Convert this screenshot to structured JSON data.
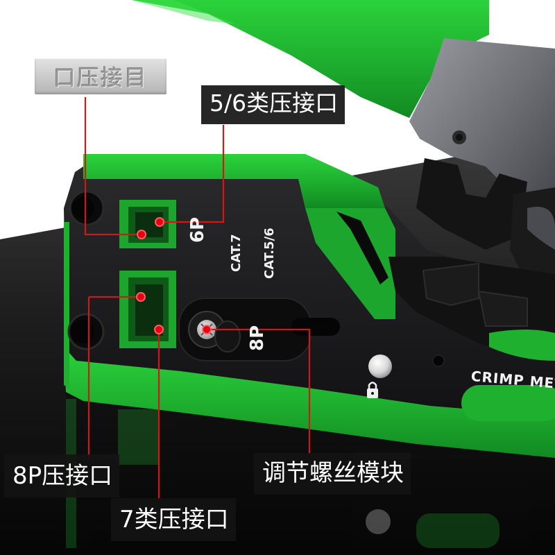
{
  "callouts": {
    "top_stamp_text": "口压接目",
    "port_56": "5/6类压接口",
    "port_8p": "8P压接口",
    "screw_module": "调节螺丝模块",
    "port_7": "7类压接口"
  },
  "tool_markings": {
    "six_p": "6P",
    "cat7": "CAT.7",
    "cat56": "CAT.5/6",
    "eight_p": "8P",
    "crimp_text": "CRIMP MET"
  },
  "icons": {
    "lock": "lock-icon"
  },
  "colors": {
    "tool_green": "#1fb030",
    "tool_black": "#161616",
    "metal_gray": "#6e7076",
    "callout_line": "#d01818",
    "callout_dot": "#e60012",
    "label_bg": "#141414"
  }
}
